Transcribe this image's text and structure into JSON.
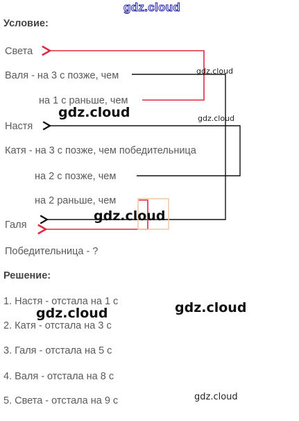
{
  "watermarks": {
    "top": "gdz.cloud",
    "large": "gdz.cloud",
    "small": "gdz.cloud"
  },
  "condition": {
    "heading": "Условие:",
    "lines": [
      "Света",
      "Валя - на 3 с позже, чем",
      "на 1 с раньше, чем",
      "Настя",
      "Катя - на 3 с позже, чем победительница",
      "на 2 с позже, чем",
      "на 2  раньше, чем",
      "Галя",
      "Победительница - ?"
    ]
  },
  "solution": {
    "heading": "Решение:",
    "items": [
      "1. Настя - отстала на 1 с",
      "2. Катя - отстала на 3 с",
      "3. Галя - отстала на 5 с",
      "4. Валя - отстала на 8 с",
      "5. Света - отстала на 9 с"
    ]
  },
  "colors": {
    "red_arrow": "#e02a3c",
    "black_arrow": "#111111",
    "highlight_box": "#f0c9a8",
    "text": "#5a5a5a"
  }
}
